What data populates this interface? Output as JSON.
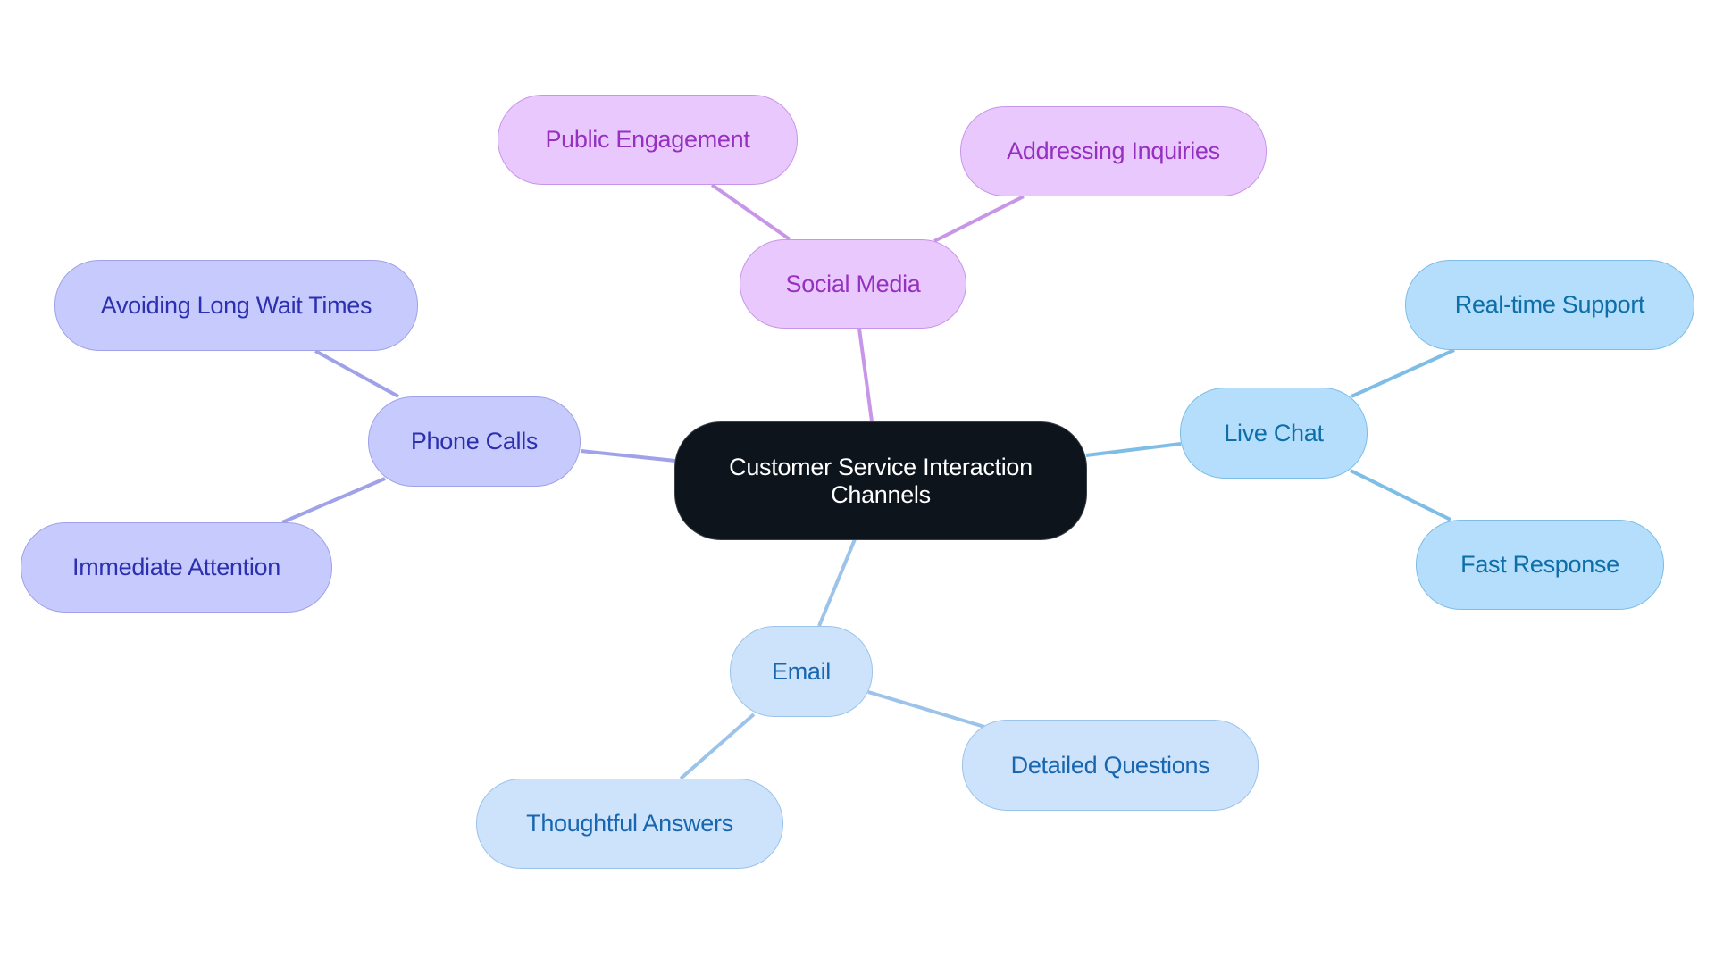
{
  "title": "Customer Service Interaction Channels",
  "colors": {
    "root": "#0d141c",
    "social_media": "#e9c9fd",
    "phone_calls": "#c7cafd",
    "live_chat": "#b4defb",
    "email": "#cde3fb"
  },
  "root": {
    "label": "Customer Service Interaction Channels"
  },
  "branches": {
    "social_media": {
      "label": "Social Media",
      "children": [
        "Public Engagement",
        "Addressing Inquiries"
      ]
    },
    "phone_calls": {
      "label": "Phone Calls",
      "children": [
        "Avoiding Long Wait Times",
        "Immediate Attention"
      ]
    },
    "live_chat": {
      "label": "Live Chat",
      "children": [
        "Real-time Support",
        "Fast Response"
      ]
    },
    "email": {
      "label": "Email",
      "children": [
        "Detailed Questions",
        "Thoughtful Answers"
      ]
    }
  }
}
